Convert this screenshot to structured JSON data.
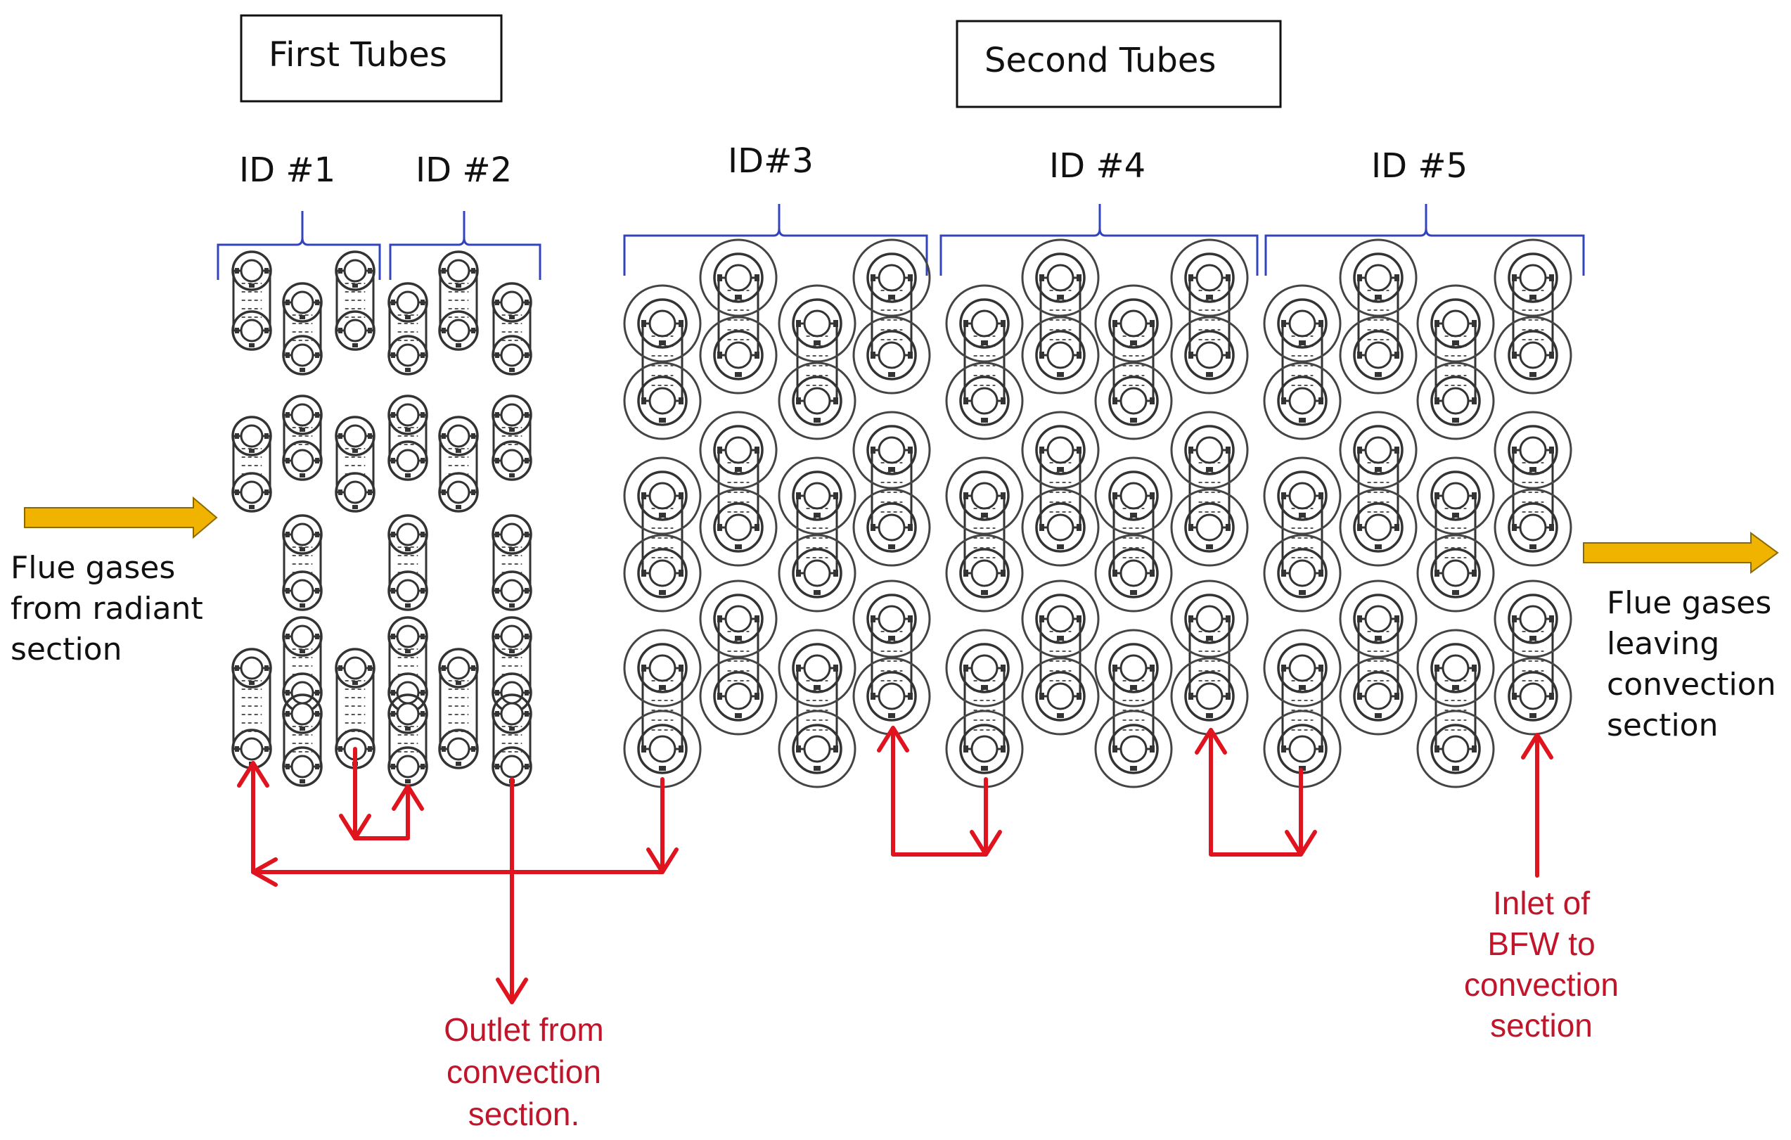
{
  "boxes": {
    "first": "First Tubes",
    "second": "Second Tubes"
  },
  "groups": [
    {
      "id": "g1",
      "label": "ID #1"
    },
    {
      "id": "g2",
      "label": "ID #2"
    },
    {
      "id": "g3",
      "label": "ID#3"
    },
    {
      "id": "g4",
      "label": "ID #4"
    },
    {
      "id": "g5",
      "label": "ID #5"
    }
  ],
  "flow_in": [
    "Flue gases",
    "from radiant",
    "section"
  ],
  "flow_out": [
    "Flue gases",
    "leaving",
    "convection",
    "section"
  ],
  "outlet": [
    "Outlet from",
    "convection",
    "section."
  ],
  "inlet": [
    "Inlet of",
    "BFW to",
    "convection",
    "section"
  ],
  "colors": {
    "bracket": "#3344bb",
    "pipe": "#e0141e",
    "red_text": "#c0152a",
    "gas_arrow": "#f0b400",
    "gas_arrow_outline": "#8a6a00",
    "tube": "#333333"
  }
}
